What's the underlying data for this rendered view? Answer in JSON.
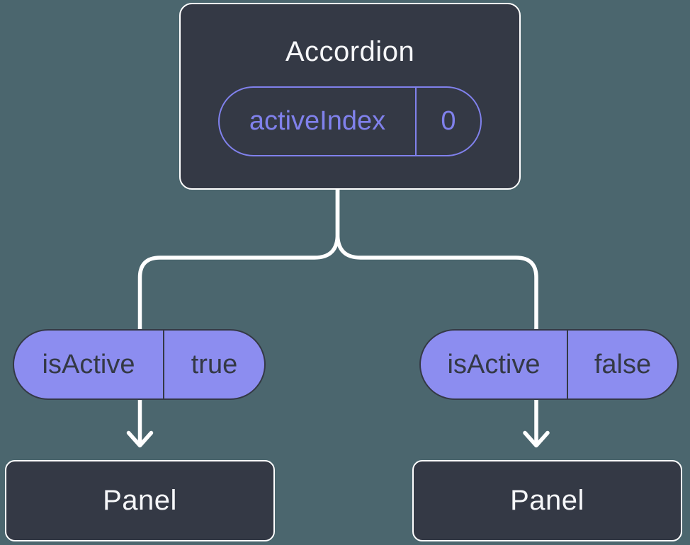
{
  "tree": {
    "root": {
      "title": "Accordion",
      "state": {
        "label": "activeIndex",
        "value": "0"
      }
    },
    "children": [
      {
        "prop": {
          "label": "isActive",
          "value": "true"
        },
        "node_title": "Panel"
      },
      {
        "prop": {
          "label": "isActive",
          "value": "false"
        },
        "node_title": "Panel"
      }
    ]
  },
  "colors": {
    "background": "#4B666E",
    "node_fill": "#343945",
    "node_text": "#F6F7F9",
    "accent_purple": "#8081EC",
    "pill_fill": "#8C8DF0",
    "pill_text": "#343945",
    "connector": "#FFFFFF"
  }
}
